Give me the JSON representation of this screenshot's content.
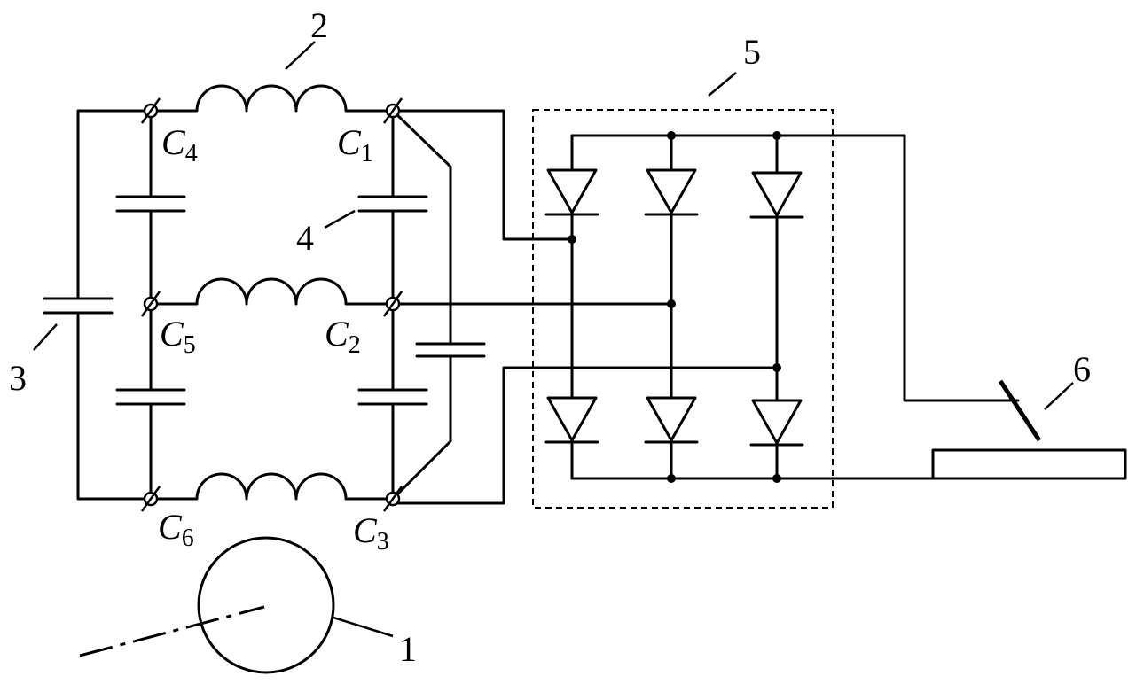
{
  "terminals": {
    "c1": {
      "letter": "C",
      "index": "1"
    },
    "c2": {
      "letter": "C",
      "index": "2"
    },
    "c3": {
      "letter": "C",
      "index": "3"
    },
    "c4": {
      "letter": "C",
      "index": "4"
    },
    "c5": {
      "letter": "C",
      "index": "5"
    },
    "c6": {
      "letter": "C",
      "index": "6"
    }
  },
  "callouts": {
    "n1": "1",
    "n2": "2",
    "n3": "3",
    "n4": "4",
    "n5": "5",
    "n6": "6"
  }
}
